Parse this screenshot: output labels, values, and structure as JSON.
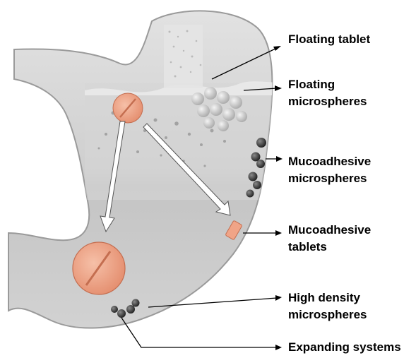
{
  "labels": {
    "floating_tablet": "Floating tablet",
    "floating_microspheres": [
      "Floating",
      "microspheres"
    ],
    "mucoadhesive_microspheres": [
      "Mucoadhesive",
      "microspheres"
    ],
    "mucoadhesive_tablets": [
      "Mucoadhesive",
      "tablets"
    ],
    "high_density_microspheres": [
      "High density",
      "microspheres"
    ],
    "expanding_systems": "Expanding systems"
  },
  "colors": {
    "stomach_fill": "#cfcfcf",
    "stomach_stroke": "#9a9a9a",
    "fluid": "#bdbdbd",
    "tablet": "#f0a487",
    "tablet_stroke": "#c46e50",
    "sphere_dark": "#3a3a3a",
    "sphere_light": "#d9d9d9",
    "arrow": "#000000"
  }
}
